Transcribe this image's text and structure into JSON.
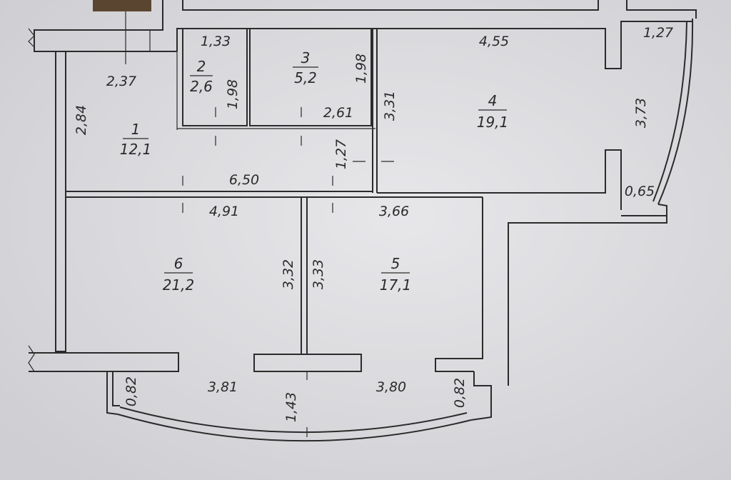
{
  "rooms": [
    {
      "number": "1",
      "area": "12,1"
    },
    {
      "number": "2",
      "area": "2,6"
    },
    {
      "number": "3",
      "area": "5,2"
    },
    {
      "number": "4",
      "area": "19,1"
    },
    {
      "number": "5",
      "area": "17,1"
    },
    {
      "number": "6",
      "area": "21,2"
    }
  ],
  "dimensions": [
    "2,37",
    "2,84",
    "6,50",
    "1,33",
    "1,98",
    "1,98",
    "2,61",
    "1,27",
    "3,31",
    "4,55",
    "1,27",
    "3,73",
    "0,65",
    "4,91",
    "3,66",
    "3,32",
    "3,33",
    "0,82",
    "3,81",
    "1,43",
    "3,80",
    "0,82"
  ],
  "colors": {
    "background": "#d3d3d6",
    "ink": "#2b2b2b",
    "paper_tone": "#e4e4e7"
  }
}
